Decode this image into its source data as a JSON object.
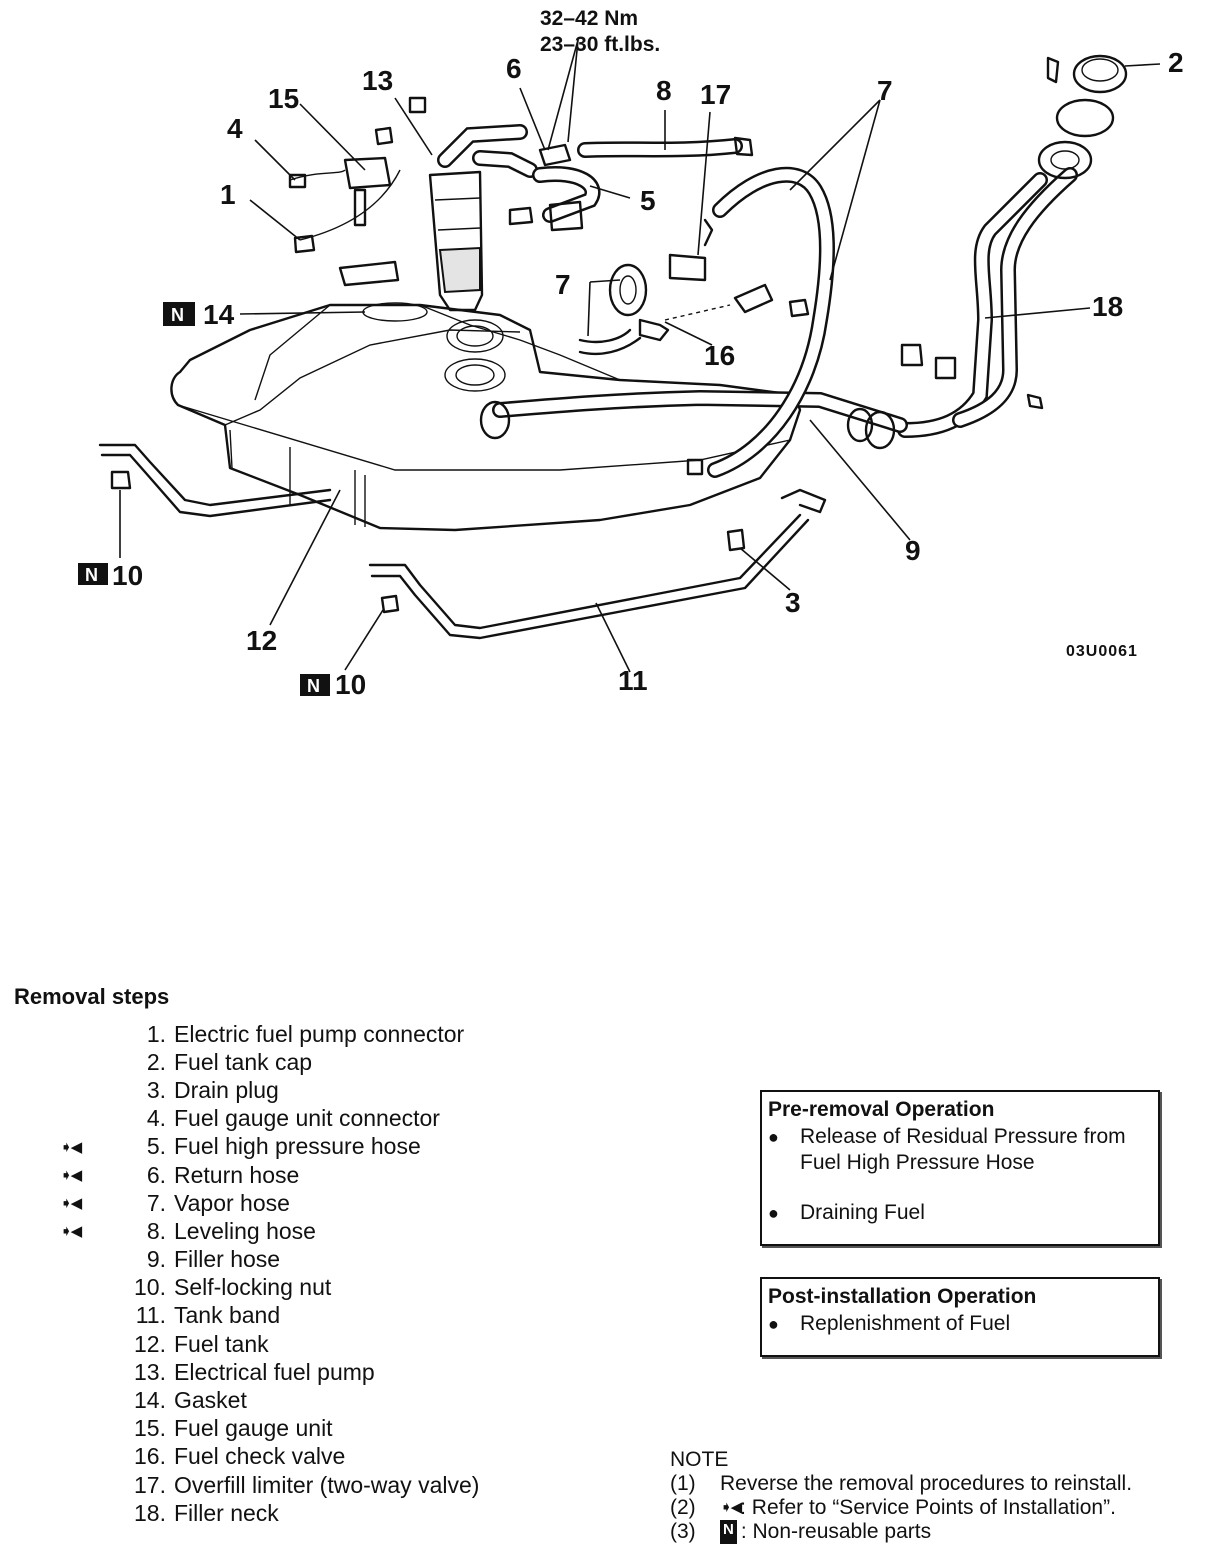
{
  "diagram": {
    "torque_spec": {
      "nm": "32–42 Nm",
      "ftlbs": "23–30 ft.lbs."
    },
    "figure_id": "03U0061",
    "non_reusable_mark": "N",
    "callouts": {
      "c1": "1",
      "c2": "2",
      "c3": "3",
      "c4": "4",
      "c5": "5",
      "c6": "6",
      "c7a": "7",
      "c7b": "7",
      "c8": "8",
      "c9": "9",
      "c10a": "10",
      "c10b": "10",
      "c11": "11",
      "c12": "12",
      "c13": "13",
      "c14": "14",
      "c15": "15",
      "c16": "16",
      "c17": "17",
      "c18": "18"
    }
  },
  "removal": {
    "title": "Removal steps",
    "service_mark": "➧◀",
    "steps": [
      {
        "num": "1.",
        "label": "Electric fuel pump connector",
        "service": false
      },
      {
        "num": "2.",
        "label": "Fuel tank cap",
        "service": false
      },
      {
        "num": "3.",
        "label": "Drain plug",
        "service": false
      },
      {
        "num": "4.",
        "label": "Fuel gauge unit connector",
        "service": false
      },
      {
        "num": "5.",
        "label": "Fuel high pressure hose",
        "service": true
      },
      {
        "num": "6.",
        "label": "Return hose",
        "service": true
      },
      {
        "num": "7.",
        "label": "Vapor hose",
        "service": true
      },
      {
        "num": "8.",
        "label": "Leveling hose",
        "service": true
      },
      {
        "num": "9.",
        "label": "Filler hose",
        "service": false
      },
      {
        "num": "10.",
        "label": "Self-locking nut",
        "service": false
      },
      {
        "num": "11.",
        "label": "Tank band",
        "service": false
      },
      {
        "num": "12.",
        "label": "Fuel tank",
        "service": false
      },
      {
        "num": "13.",
        "label": "Electrical fuel pump",
        "service": false
      },
      {
        "num": "14.",
        "label": "Gasket",
        "service": false
      },
      {
        "num": "15.",
        "label": "Fuel gauge unit",
        "service": false
      },
      {
        "num": "16.",
        "label": "Fuel check valve",
        "service": false
      },
      {
        "num": "17.",
        "label": "Overfill limiter (two-way valve)",
        "service": false
      },
      {
        "num": "18.",
        "label": "Filler neck",
        "service": false
      }
    ]
  },
  "pre_removal": {
    "title": "Pre-removal Operation",
    "items": [
      "Release of Residual Pressure from Fuel High Pressure Hose",
      "Draining Fuel"
    ]
  },
  "post_installation": {
    "title": "Post-installation Operation",
    "items": [
      "Replenishment of Fuel"
    ]
  },
  "note": {
    "title": "NOTE",
    "items": [
      {
        "idx": "(1)",
        "prefix": "",
        "text": "Reverse the removal procedures to reinstall."
      },
      {
        "idx": "(2)",
        "prefix": "➧◀",
        "text": ": Refer to “Service Points of Installation”."
      },
      {
        "idx": "(3)",
        "prefix": "N",
        "text": ": Non-reusable parts"
      }
    ]
  }
}
